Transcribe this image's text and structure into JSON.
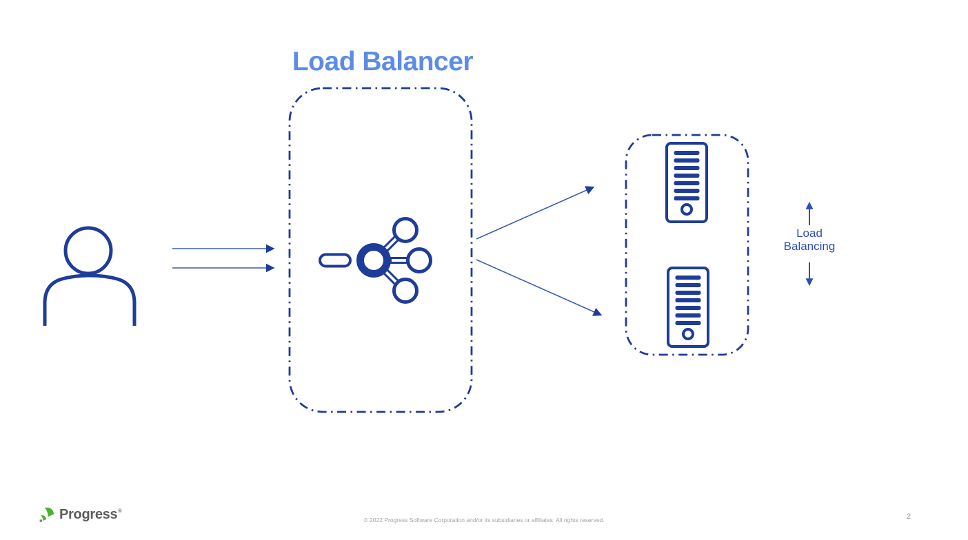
{
  "title": "Load Balancer",
  "side_label": "Load Balancing",
  "footer": {
    "logo_text": "Progress",
    "logo_mark": "®",
    "copyright": "© 2022 Progress Software Corporation and/or its subsidiaries or affiliates. All rights reserved.",
    "page_number": "2"
  },
  "icons": [
    "user-icon",
    "load-balancer-icon",
    "server-icon",
    "server-icon",
    "arrow-up-icon",
    "arrow-down-icon",
    "progress-logo-icon"
  ],
  "colors": {
    "navy": "#1e3c99",
    "title_blue": "#5c8ce6",
    "arrow_blue": "#3a5db1",
    "label_blue": "#2b50b4",
    "logo_green": "#4db230",
    "logo_green2": "#55b02f",
    "logo_gray_green": "#7e8c78",
    "text_gray": "#5d5d5d",
    "footer_gray": "#a3a3a3",
    "page_gray": "#909090"
  }
}
